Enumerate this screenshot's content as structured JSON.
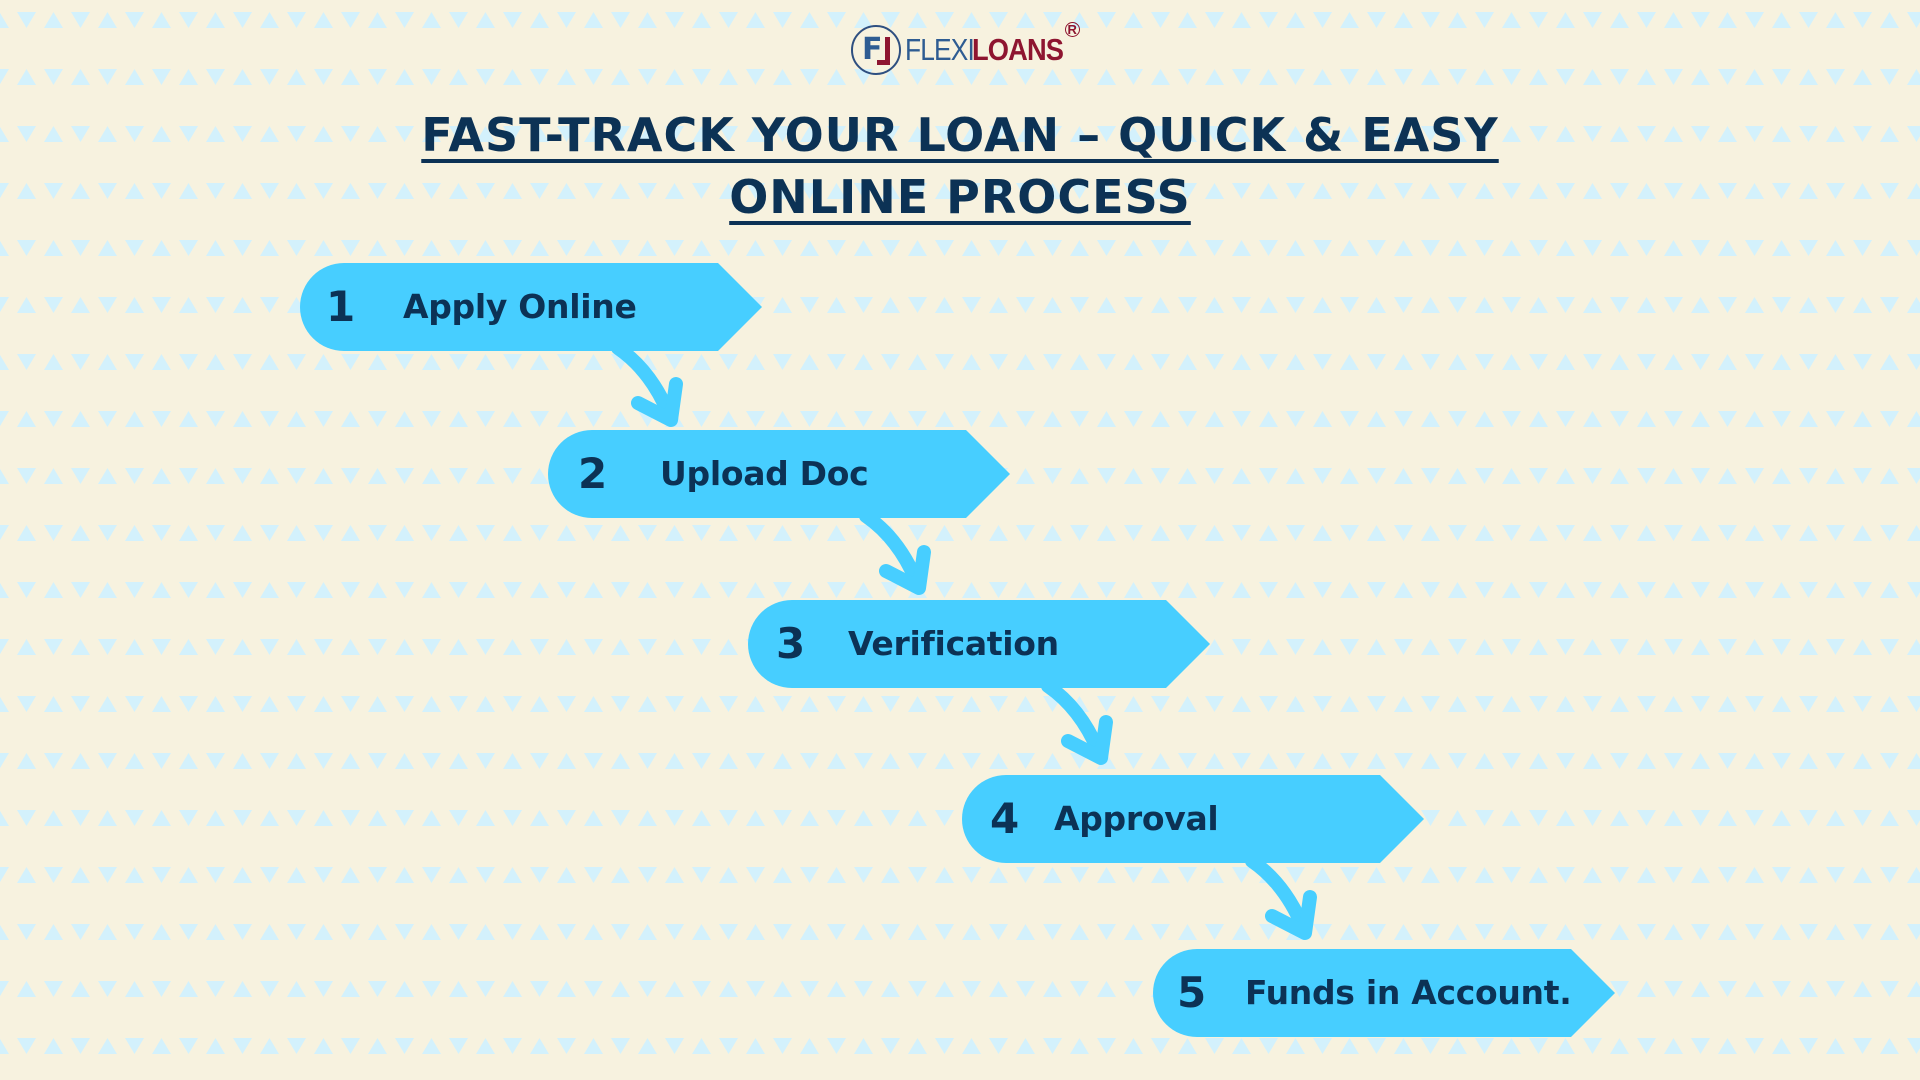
{
  "brand": {
    "logo_mark": "FL",
    "name_part1": "FLEXI",
    "name_part2": "LOANS",
    "registered_mark": "R",
    "colors": {
      "blue": "#2E5C92",
      "maroon": "#8E1530"
    }
  },
  "title": {
    "line1": "FAST-TRACK YOUR LOAN – QUICK & EASY",
    "line2": "ONLINE PROCESS",
    "color": "#0C3255"
  },
  "steps": [
    {
      "number": "1",
      "label": "Apply Online"
    },
    {
      "number": "2",
      "label": "Upload Doc"
    },
    {
      "number": "3",
      "label": "Verification"
    },
    {
      "number": "4",
      "label": "Approval"
    },
    {
      "number": "5",
      "label": "Funds in Account."
    }
  ],
  "theme": {
    "background": "#F7F2DF",
    "pattern_triangle": "#D3F1FC",
    "band_fill": "#47CEFF",
    "text": "#0C3255"
  },
  "icons": {
    "connector": "curved-down-arrow-icon",
    "band_shape": "pentagon-arrow-band"
  }
}
